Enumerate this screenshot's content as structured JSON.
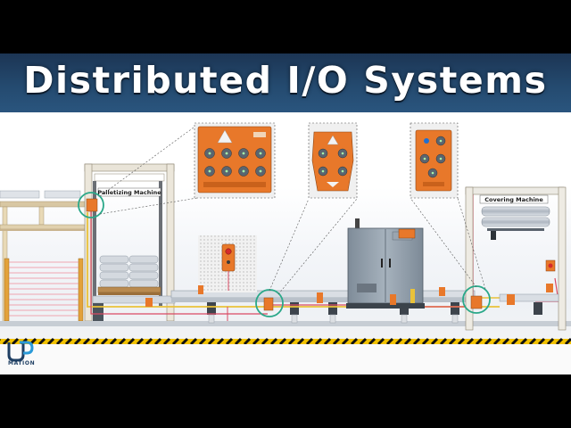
{
  "title": "Distributed I/O Systems",
  "machines": {
    "palletizer": "Palletizing Machine",
    "covering": "Covering Machine"
  },
  "logo": {
    "mark": "UP",
    "text": "MATION"
  },
  "icons": [
    "io-module-icon",
    "emergency-stop-icon",
    "control-cabinet-icon",
    "sensor-icon"
  ],
  "colors": {
    "banner": "#244a6f",
    "module_orange": "#e8782a",
    "highlight_ring": "#2aa889",
    "cable_red": "#d94a63",
    "cable_yellow": "#e9c23a",
    "hazard_yellow": "#f2c200"
  }
}
